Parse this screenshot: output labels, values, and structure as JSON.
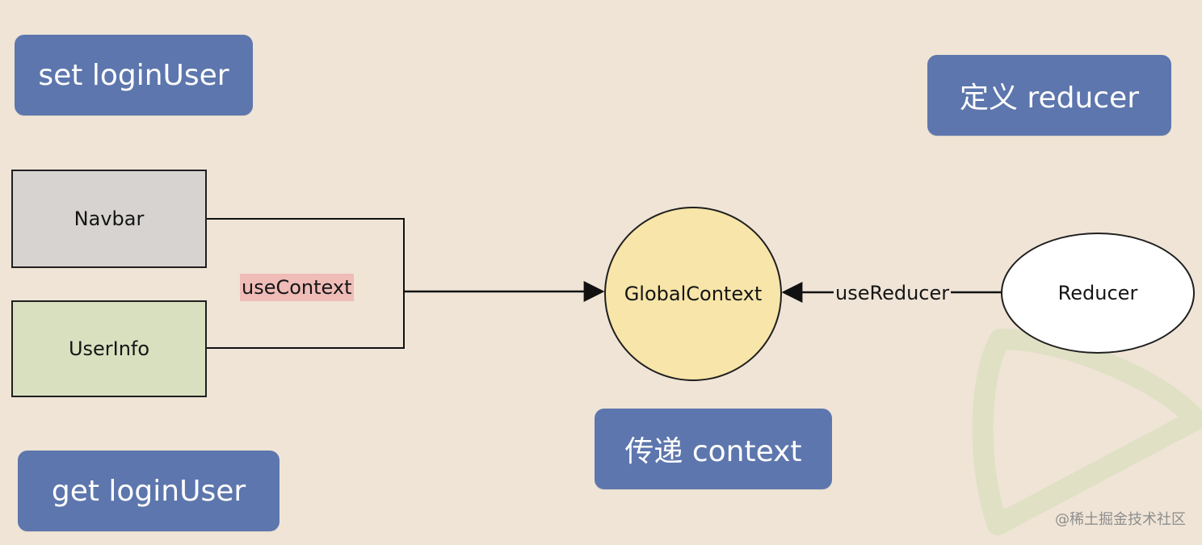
{
  "labels": {
    "set_login_user": "set loginUser",
    "get_login_user": "get loginUser",
    "define_reducer": "定义 reducer",
    "pass_context": "传递 context"
  },
  "nodes": {
    "navbar": "Navbar",
    "user_info": "UserInfo",
    "global_context": "GlobalContext",
    "reducer": "Reducer"
  },
  "edges": {
    "use_context": "useContext",
    "use_reducer": "useReducer"
  },
  "watermark": "@稀土掘金技术社区",
  "colors": {
    "background": "#efe4d6",
    "tag": "#5d76ad",
    "navbar_fill": "#d6d3d0",
    "user_info_fill": "#d9e0bf",
    "global_context_fill": "#f7e5a9",
    "reducer_fill": "#ffffff",
    "use_context_highlight": "#efbcb8"
  }
}
